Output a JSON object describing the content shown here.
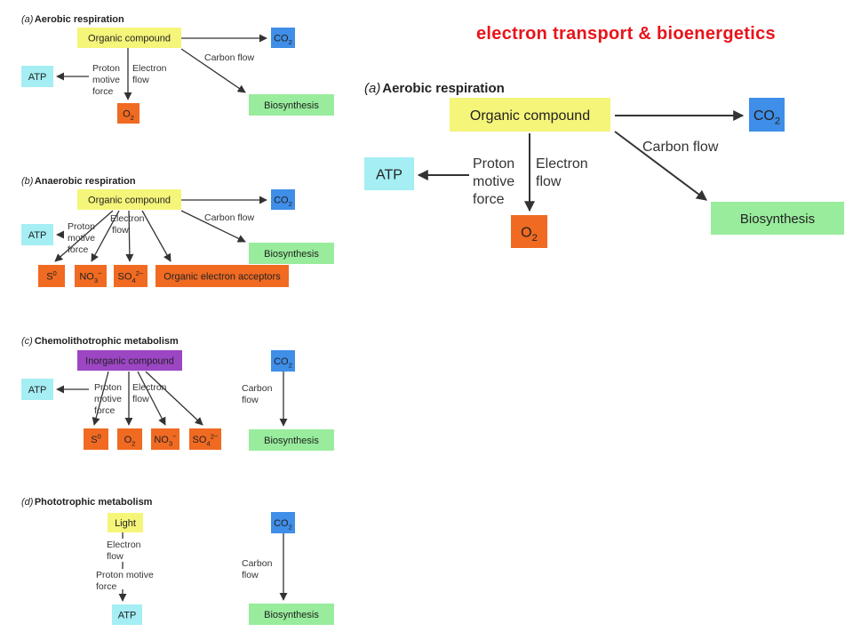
{
  "slide": {
    "title": "electron transport & bioenergetics"
  },
  "colors": {
    "yellow": "#f5f57a",
    "blue": "#3f8ee8",
    "cyan": "#a4eef4",
    "green": "#98ec9c",
    "orange": "#f06a22",
    "purple": "#9c46c4",
    "arrow": "#333333",
    "title": "#e8141b"
  },
  "panels": {
    "a": {
      "letter": "(a)",
      "heading": "Aerobic respiration"
    },
    "b": {
      "letter": "(b)",
      "heading": "Anaerobic respiration"
    },
    "c": {
      "letter": "(c)",
      "heading": "Chemolithotrophic metabolism"
    },
    "d": {
      "letter": "(d)",
      "heading": "Phototrophic metabolism"
    },
    "zoom": {
      "letter": "(a)",
      "heading": "Aerobic respiration"
    }
  },
  "boxes": {
    "organic_compound": "Organic compound",
    "inorganic_compound": "Inorganic compound",
    "light": "Light",
    "co2": "CO2",
    "atp": "ATP",
    "o2": "O2",
    "biosynthesis": "Biosynthesis",
    "s0": "S0",
    "no3": "NO3−",
    "so4": "SO42−",
    "organic_electron_acceptors": "Organic electron acceptors"
  },
  "labels": {
    "proton": "Proton",
    "motive": "motive",
    "force": "force",
    "electron": "Electron",
    "flow": "flow",
    "carbon_flow": "Carbon flow",
    "carbon": "Carbon",
    "proton_motive": "Proton motive"
  }
}
